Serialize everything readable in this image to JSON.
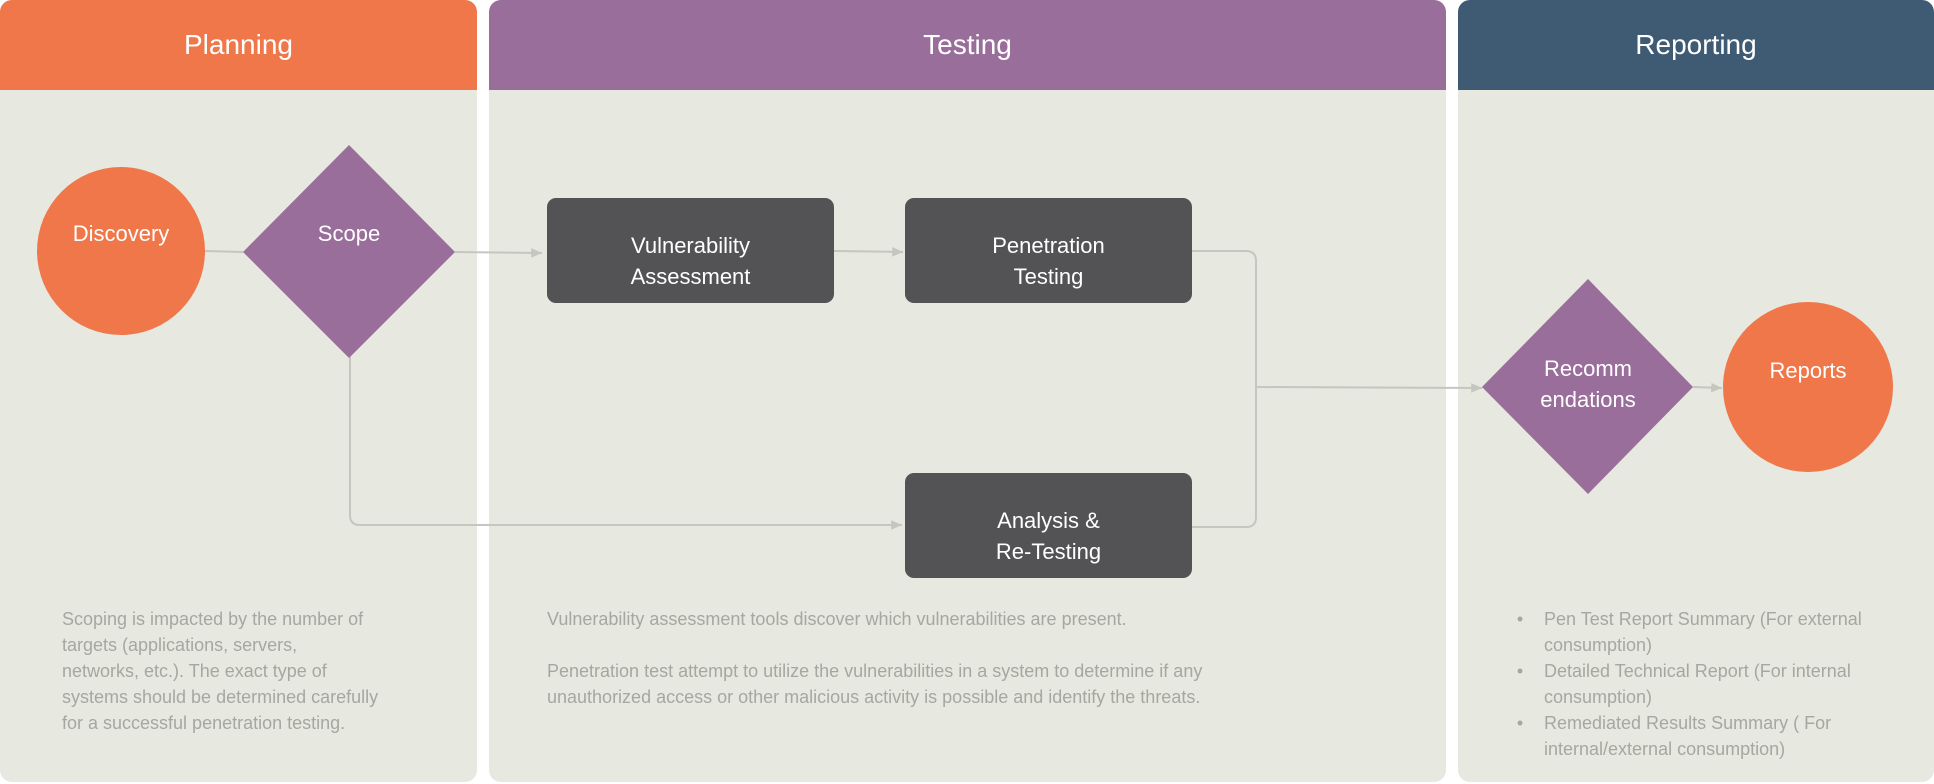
{
  "lanes": {
    "planning": "Planning",
    "testing": "Testing",
    "reporting": "Reporting"
  },
  "nodes": {
    "discovery": "Discovery",
    "scope": "Scope",
    "vulnerability_assessment": [
      "Vulnerability",
      "Assessment"
    ],
    "penetration_testing": [
      "Penetration",
      "Testing"
    ],
    "analysis_retesting": [
      "Analysis &",
      "Re-Testing"
    ],
    "recommendations": [
      "Recomm",
      "endations"
    ],
    "reports": "Reports"
  },
  "descriptions": {
    "planning": [
      "Scoping is impacted by the number of",
      "targets (applications, servers,",
      "networks, etc.). The exact type of",
      "systems should be determined carefully",
      "for a successful penetration testing."
    ],
    "testing": {
      "p1": "Vulnerability assessment tools discover which vulnerabilities are present.",
      "p2": [
        "Penetration test attempt to utilize the vulnerabilities in a system to determine if any",
        "unauthorized access or other malicious activity is possible and identify the threats."
      ]
    },
    "reporting": [
      [
        "Pen Test Report Summary (For external",
        "consumption)"
      ],
      [
        "Detailed Technical Report (For internal",
        "consumption)"
      ],
      [
        "Remediated Results Summary ( For",
        "internal/external consumption)"
      ]
    ]
  },
  "colors": {
    "planning": "#ef774a",
    "testing": "#9a6e9b",
    "reporting": "#3f5b73",
    "lane_bg": "#e7e8df",
    "box": "#535355",
    "connector": "#c6c6c0",
    "desc_text": "#a7a7a1"
  }
}
